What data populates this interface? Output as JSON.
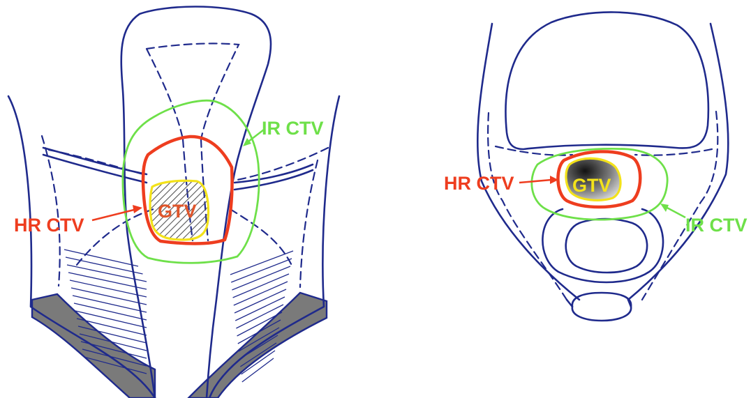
{
  "labels": {
    "left": {
      "ir_ctv": "IR CTV",
      "hr_ctv": "HR CTV",
      "gtv": "GTV"
    },
    "right": {
      "ir_ctv": "IR CTV",
      "hr_ctv": "HR CTV",
      "gtv": "GTV"
    }
  },
  "colors": {
    "anatomy": "#1f2a8c",
    "hr_ctv": "#ee3d1f",
    "ir_ctv": "#6ee049",
    "gtv": "#f3e21a",
    "parametrium_fill": "#7a7a7a"
  }
}
